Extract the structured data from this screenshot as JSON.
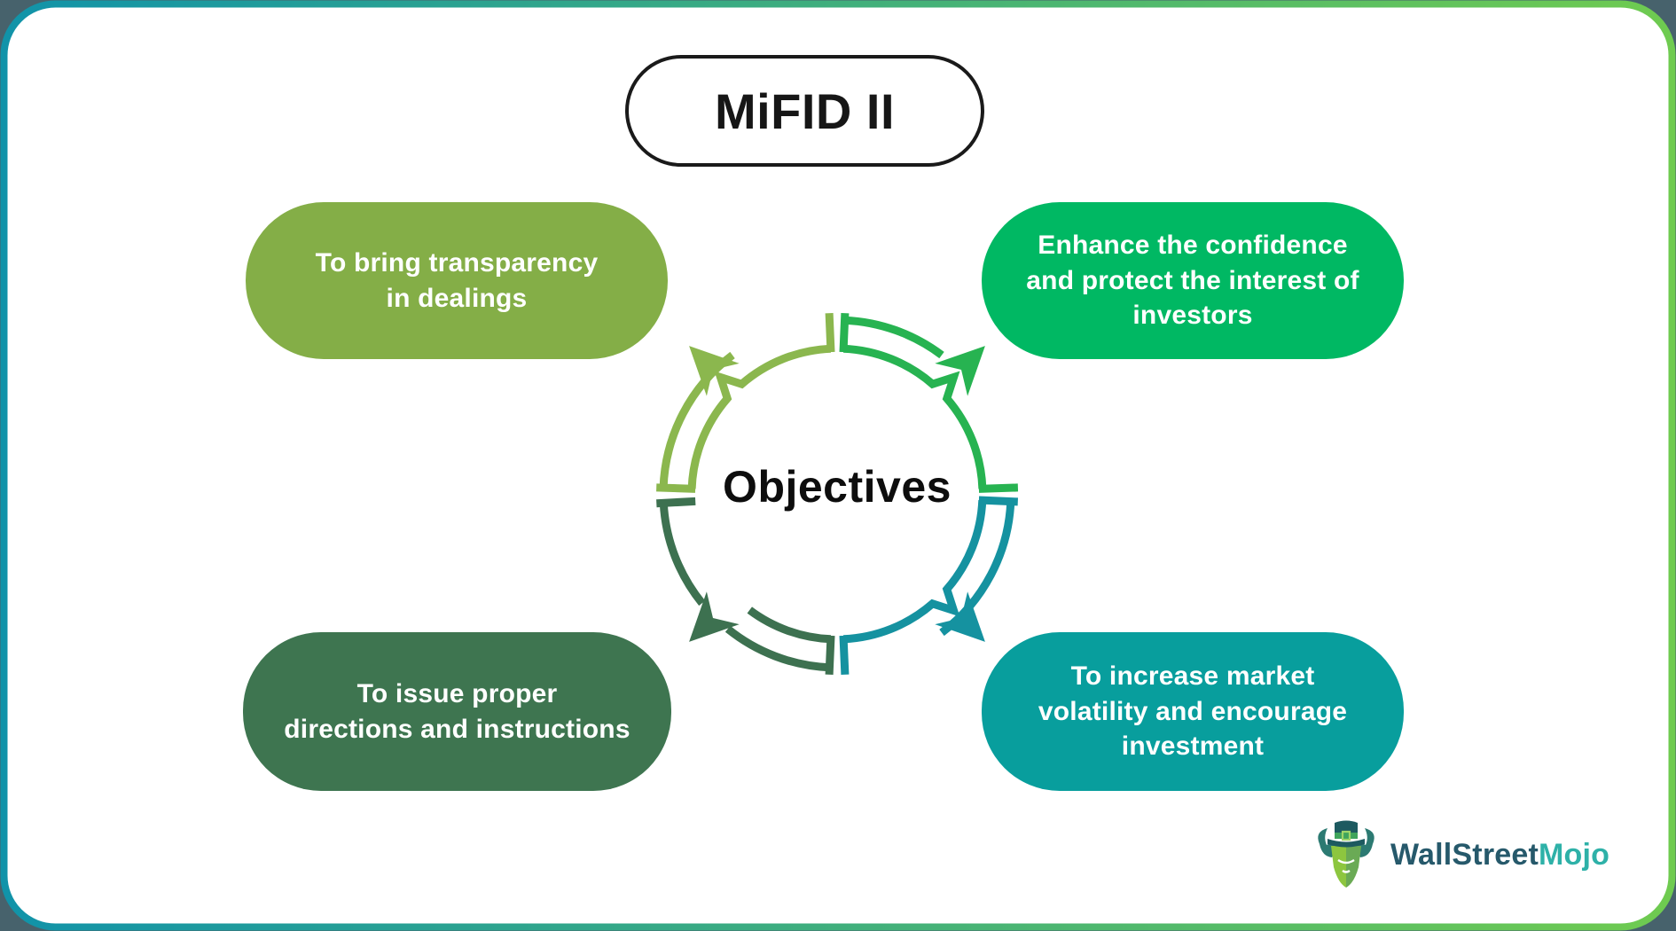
{
  "frame": {
    "outside_bg": "#47626C",
    "gradient_start": "#1193A9",
    "gradient_end": "#6FCB50",
    "card_bg": "#FFFFFF"
  },
  "title": {
    "label": "MiFID II"
  },
  "center": {
    "label": "Objectives"
  },
  "boxes": {
    "top_left": {
      "text": "To bring transparency\nin dealings",
      "color": "#84AE47"
    },
    "top_right": {
      "text": "Enhance the confidence\nand protect the interest of\ninvestors",
      "color": "#00B863"
    },
    "bottom_left": {
      "text": "To issue proper\ndirections and instructions",
      "color": "#3E7550"
    },
    "bottom_right": {
      "text": "To increase market\nvolatility and encourage\ninvestment",
      "color": "#089E9D"
    }
  },
  "cycle": {
    "arc_top_left": "#8BB74E",
    "arc_top_right": "#27B351",
    "arc_bottom_right": "#1592A0",
    "arc_bottom_left": "#3D7150"
  },
  "logo": {
    "part1": "WallStreet",
    "part2": "Mojo",
    "part1_color": "#26596B",
    "part2_color": "#2EB1A8",
    "hat_color": "#1D5A60",
    "band_color": "#3FA45C",
    "face_color": "#8DC63F",
    "face_shade": "#4E9467"
  }
}
